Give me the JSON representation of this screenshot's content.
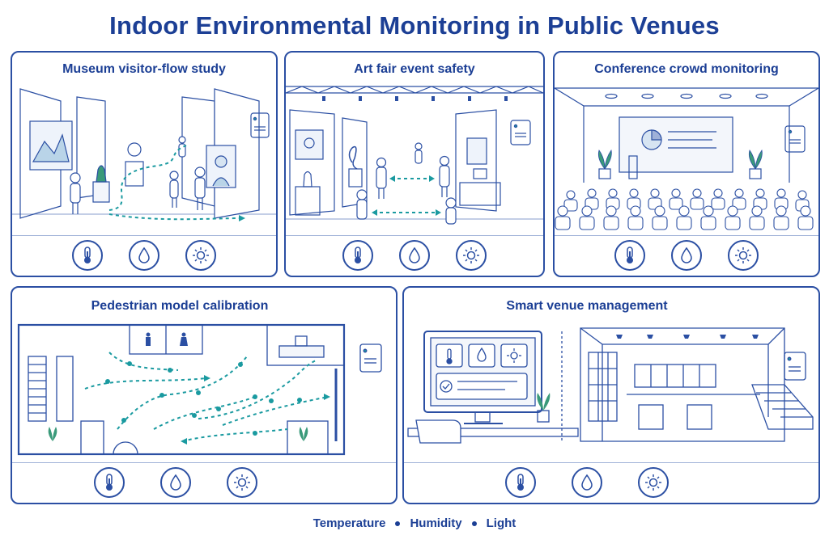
{
  "title": "Indoor Environmental Monitoring in Public Venues",
  "panels": [
    {
      "title": "Museum visitor-flow study",
      "icons": [
        "thermometer-icon",
        "water-drop-icon",
        "sun-icon"
      ]
    },
    {
      "title": "Art fair event safety",
      "icons": [
        "thermometer-icon",
        "water-drop-icon",
        "sun-icon"
      ]
    },
    {
      "title": "Conference crowd monitoring",
      "icons": [
        "thermometer-icon",
        "water-drop-icon",
        "sun-icon"
      ]
    },
    {
      "title": "Pedestrian model calibration",
      "icons": [
        "thermometer-icon",
        "water-drop-icon",
        "sun-icon"
      ]
    },
    {
      "title": "Smart venue management",
      "icons": [
        "thermometer-icon",
        "water-drop-icon",
        "sun-icon"
      ]
    }
  ],
  "legend": {
    "temperature": "Temperature",
    "humidity": "Humidity",
    "light": "Light"
  },
  "colors": {
    "primary": "#1c3f95",
    "line": "#2b4fa3",
    "accent": "#1a9aa0",
    "plant": "#3a9a7a"
  }
}
